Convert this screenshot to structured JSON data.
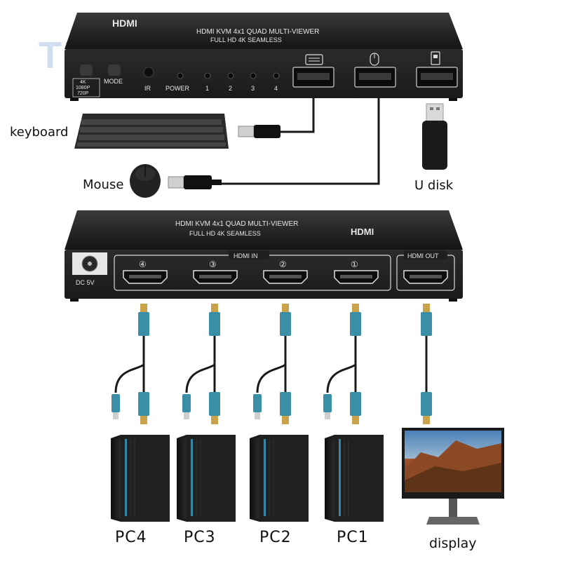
{
  "watermark": "TLT-ANK",
  "top_device": {
    "brand": "HDMI",
    "title_line1": "HDMI KVM 4x1 QUAD MULTI-VIEWER",
    "title_line2": "FULL HD 4K  SEAMLESS",
    "res_badge": [
      "4K",
      "1080P",
      "720P"
    ],
    "mode_label": "MODE",
    "ir_label": "IR",
    "power_label": "POWER",
    "led_labels": [
      "1",
      "2",
      "3",
      "4"
    ]
  },
  "peripherals": {
    "keyboard_label": "keyboard",
    "mouse_label": "Mouse",
    "udisk_label": "U disk"
  },
  "back_device": {
    "brand": "HDMI",
    "title": "HDMI KVM 4x1 QUAD MULTI-VIEWER",
    "subtitle": "FULL HD 4K  SEAMLESS",
    "dc_label": "DC 5V",
    "hdmi_in_label": "HDMI IN",
    "hdmi_out_label": "HDMI OUT",
    "port_numbers": [
      "④",
      "③",
      "②",
      "①"
    ]
  },
  "pcs": [
    "PC4",
    "PC3",
    "PC2",
    "PC1"
  ],
  "display_label": "display",
  "colors": {
    "device_body": "#1e1e1e",
    "cable": "#1a1a1a",
    "connector_blue": "#3a8fa6",
    "connector_gold": "#c9a24a"
  }
}
